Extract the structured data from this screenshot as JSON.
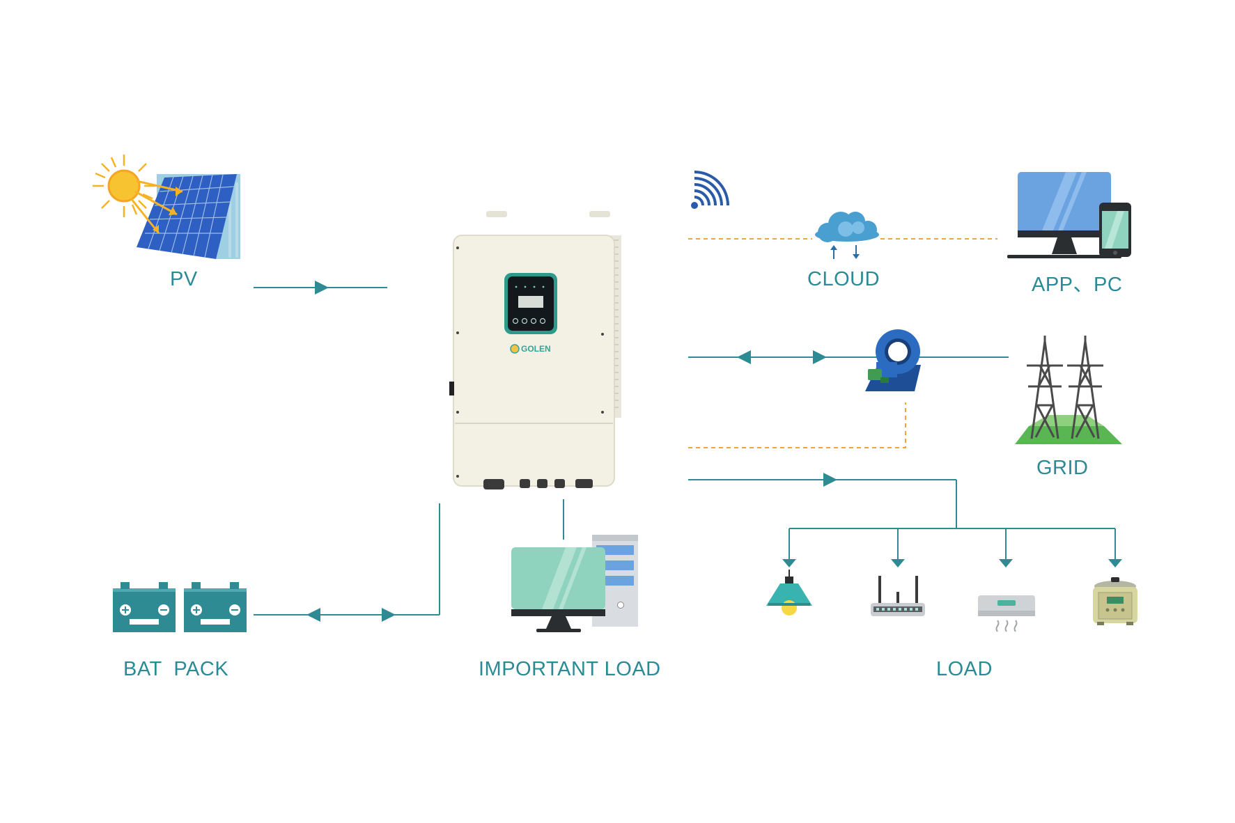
{
  "labels": {
    "pv": "PV",
    "cloud": "CLOUD",
    "app_pc": "APP、PC",
    "grid": "GRID",
    "bat_pack": "BAT  PACK",
    "important_load": "IMPORTANT LOAD",
    "load": "LOAD"
  },
  "inverter": {
    "brand": "GOLEN"
  },
  "colors": {
    "flow_line": "#2e8a93",
    "data_link": "#f2a23a",
    "label": "#2a8a95",
    "inverter_body": "#f3f1e4",
    "screen_frame": "#2f9a8c",
    "cloud": "#4a9fd1",
    "wifi": "#2a5ba8",
    "ct_sensor": "#2b6cc0",
    "monitor_screen": "#8fd3bf",
    "battery": "#2e8a93"
  },
  "icons": [
    "sun-icon",
    "solar-panel-icon",
    "wifi-icon",
    "cloud-icon",
    "monitor-icon",
    "phone-icon",
    "ct-sensor-icon",
    "transmission-tower-icon",
    "battery-icon",
    "desktop-computer-icon",
    "pendant-lamp-icon",
    "router-icon",
    "air-conditioner-icon",
    "rice-cooker-icon"
  ]
}
